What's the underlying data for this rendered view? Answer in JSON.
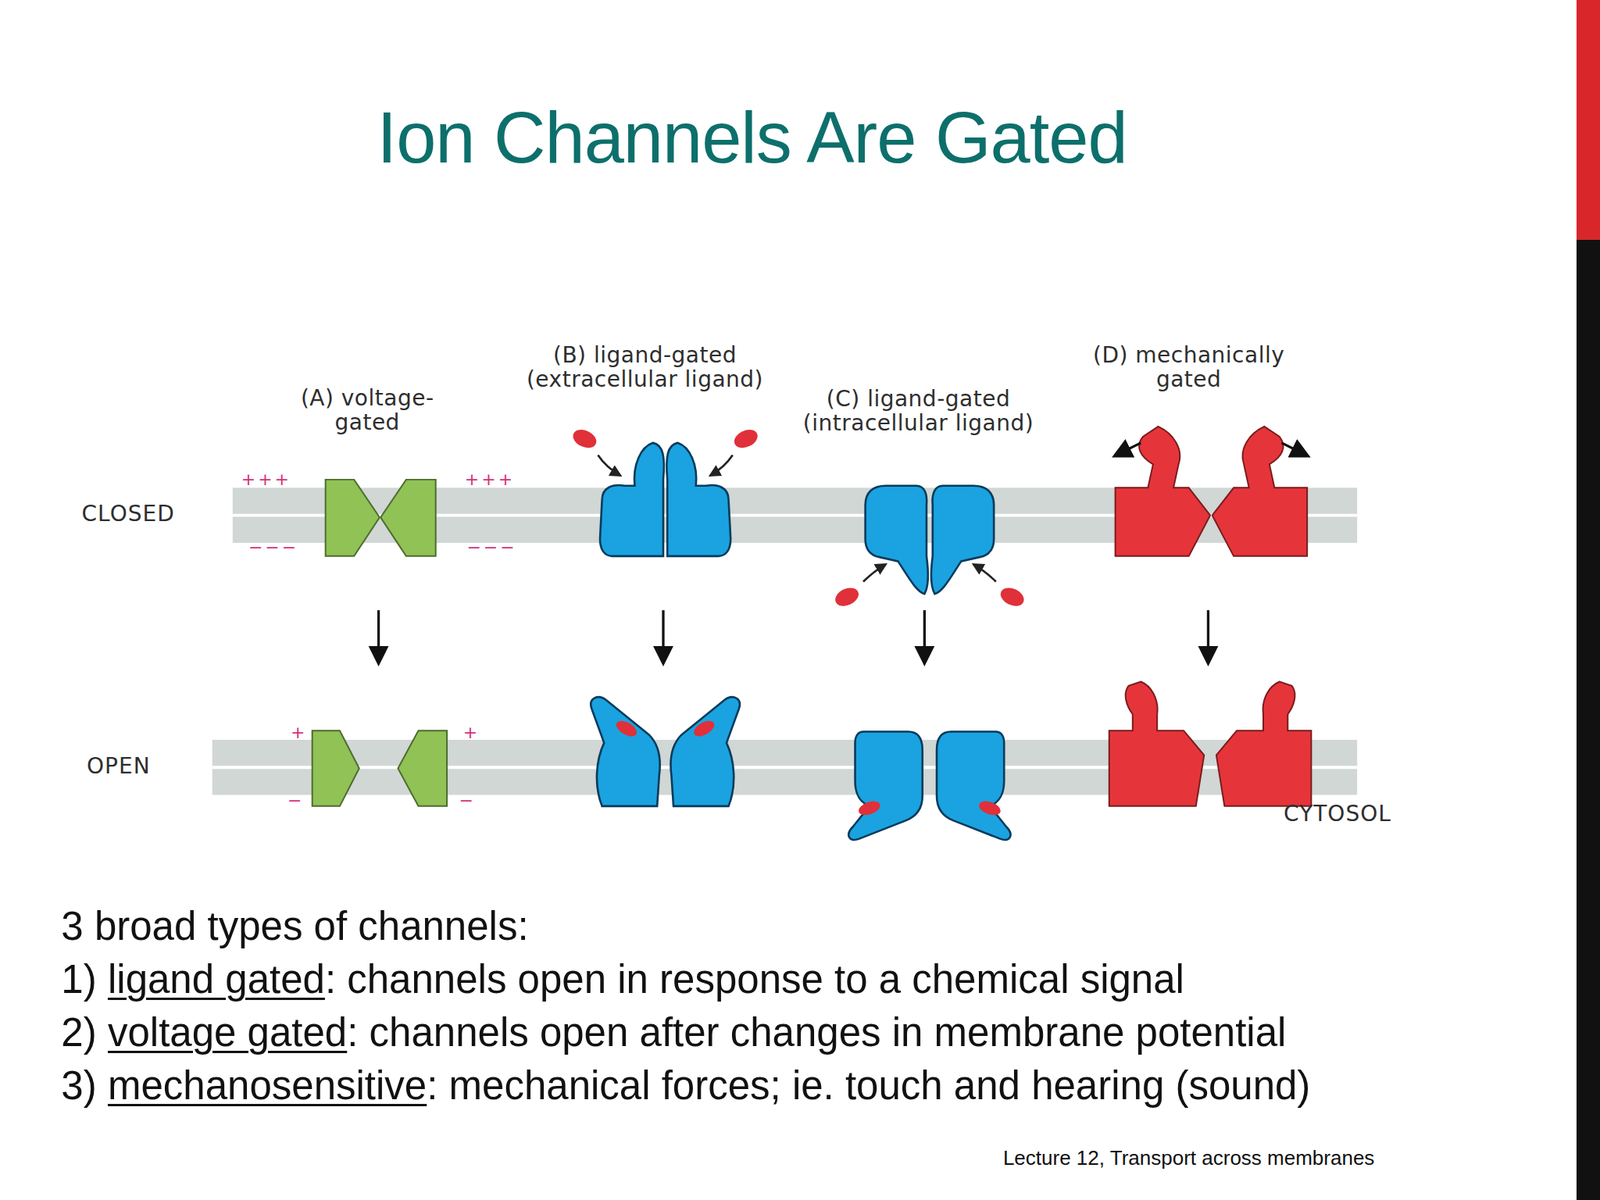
{
  "diagram": {
    "title": "Ion Channels Are Gated",
    "labels": [
      "(A) voltage- gated",
      "(B) ligand-gated (extracellular ligand)",
      "(C) ligand-gated (intracellular ligand)",
      "(D) mechanically gated",
      "CLOSED",
      "OPEN",
      "CYTOSOL",
      "+++",
      "+++",
      "−−−",
      "−−−",
      "+",
      "+",
      "−",
      "−",
      "3 broad types of channels:",
      "1)",
      "ligand gated",
      ": channels open in response to a chemical signal",
      "2)",
      "voltage gated",
      ": channels open after changes in membrane potential",
      "3)",
      "mechanosensitive",
      ": mechanical forces; ie. touch and hearing (sound)",
      "Lecture 12, Transport across membranes"
    ]
  }
}
